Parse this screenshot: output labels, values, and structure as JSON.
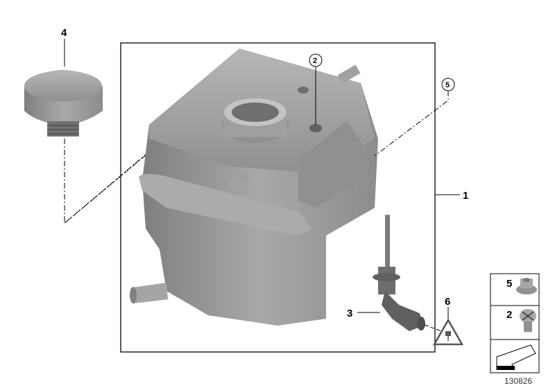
{
  "diagram": {
    "callouts": [
      {
        "number": "1",
        "part": "tank"
      },
      {
        "number": "2",
        "part": "screw-plug"
      },
      {
        "number": "3",
        "part": "level-sensor"
      },
      {
        "number": "4",
        "part": "cap"
      },
      {
        "number": "5",
        "part": "nut"
      },
      {
        "number": "6",
        "part": "electrical-warning"
      }
    ],
    "legend": [
      {
        "number": "5",
        "icon": "nut-icon"
      },
      {
        "number": "2",
        "icon": "screw-icon"
      },
      {
        "number": "",
        "icon": "arrow-icon"
      }
    ],
    "diagram_code": "130826",
    "colors": {
      "part_gray": "#9a9c9e",
      "part_dark": "#5f6163",
      "line": "#000000"
    }
  }
}
